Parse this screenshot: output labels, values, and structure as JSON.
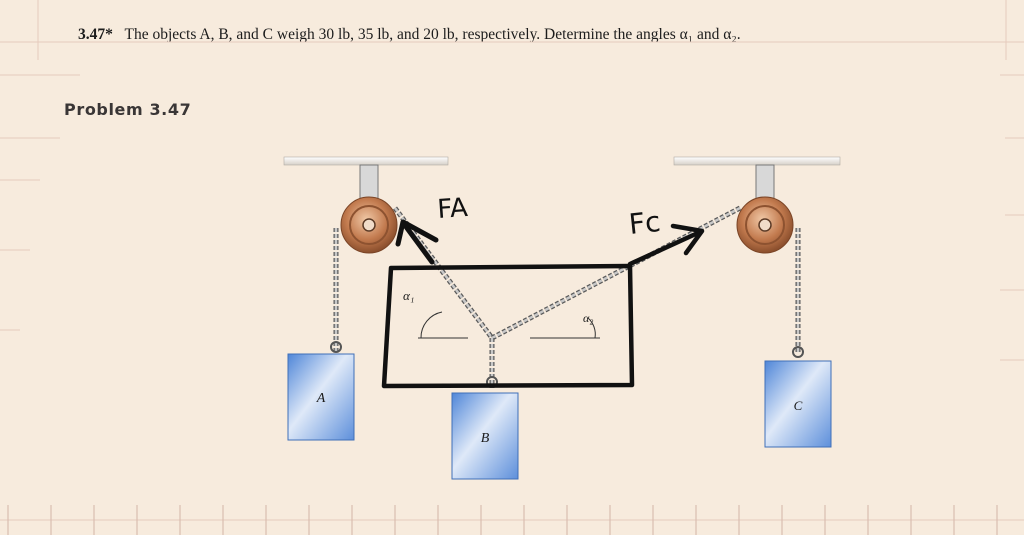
{
  "problem": {
    "number": "3.47*",
    "statement": "The objects A, B, and C weigh 30 lb, 35 lb, and 20 lb, respectively. Determine the angles α₁ and α₂.",
    "label": "Problem 3.47"
  },
  "diagram": {
    "blocks": {
      "a": "A",
      "b": "B",
      "c": "C"
    },
    "angles": {
      "alpha1": "α₁",
      "alpha2": "α₂"
    },
    "annotations": {
      "force_a": "FA",
      "force_c": "Fc"
    },
    "colors": {
      "paper": "#f7ebdd",
      "grid": "#e7cfc2",
      "pulley": "#c27a4e",
      "block": "#6d9be0",
      "marker": "#111111"
    }
  }
}
